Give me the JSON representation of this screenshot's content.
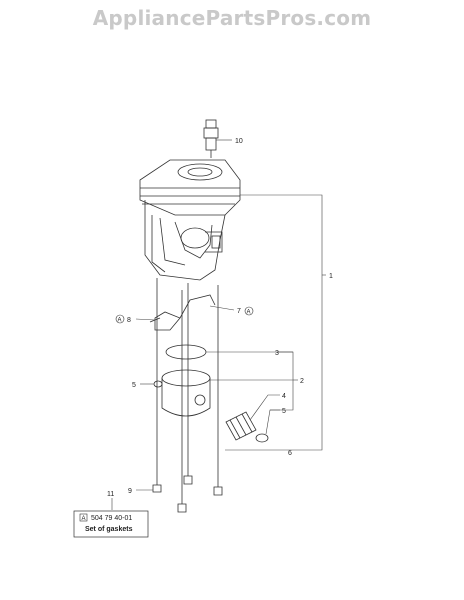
{
  "watermark": "AppliancePartsPros.com",
  "callouts": {
    "c10": "10",
    "c1": "1",
    "c2": "2",
    "c3": "3",
    "c4": "4",
    "c5a": "5",
    "c5b": "5",
    "c6": "6",
    "c7": "7",
    "c7_badge": "A",
    "c8": "8",
    "c8_badge": "A",
    "c9": "9",
    "c11": "11"
  },
  "gasket_box": {
    "badge": "A",
    "part_number": "504 79 40-01",
    "description": "Set of gaskets"
  },
  "colors": {
    "line": "#333333",
    "watermark": "#c9c9c9"
  }
}
